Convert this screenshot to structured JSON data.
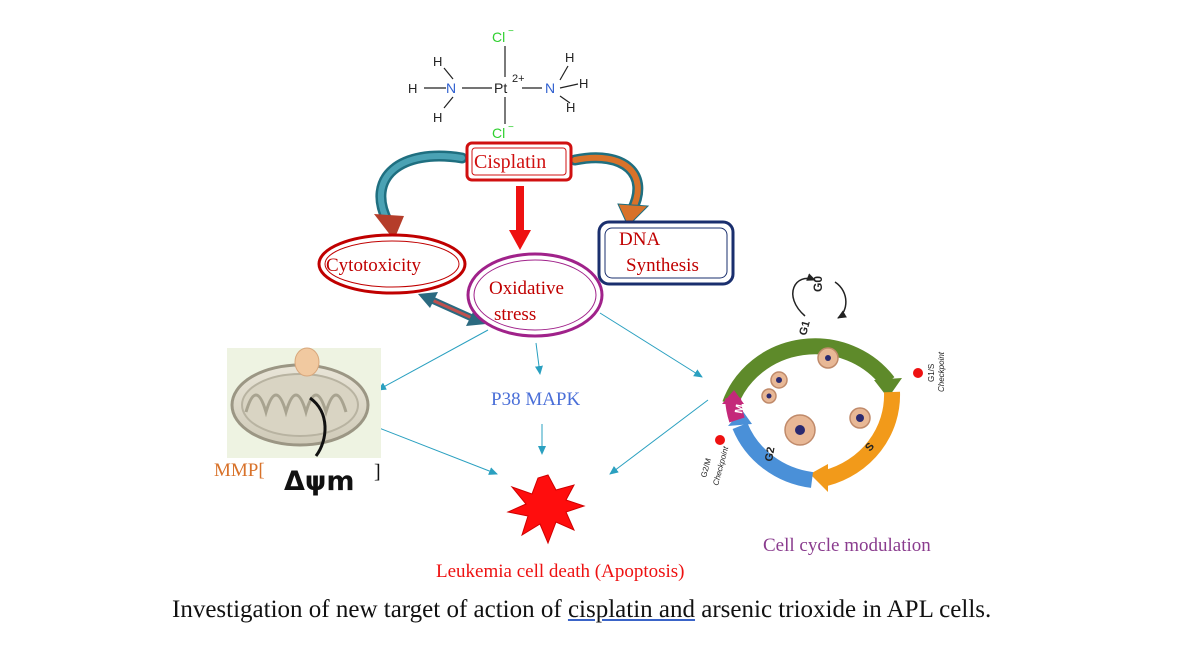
{
  "molecule": {
    "top_ligand": "Cl",
    "top_charge": "−",
    "bottom_ligand": "Cl",
    "bottom_charge": "−",
    "metal": "Pt",
    "metal_charge": "2+",
    "left_n": "N",
    "right_n": "N",
    "h": "H"
  },
  "nodes": {
    "cisplatin": "Cisplatin",
    "cytotoxicity": "Cytotoxicity",
    "dna_line1": "DNA",
    "dna_line2": "Synthesis",
    "oxidative_line1": "Oxidative",
    "oxidative_line2": "stress",
    "p38": "P38 MAPK",
    "mmp_prefix": "MMP[",
    "mmp_symbol": "Δψm",
    "mmp_suffix": "]",
    "death": "Leukemia cell death (Apoptosis)",
    "cell_cycle": "Cell cycle modulation"
  },
  "cell_cycle_phases": {
    "g0": "G0",
    "g1": "G1",
    "s": "S",
    "g2": "G2",
    "m": "M",
    "g1s_line1": "G1/S",
    "g1s_line2": "Checkpoint",
    "g2m_line1": "G2/M",
    "g2m_line2": "Checkpoint"
  },
  "caption": {
    "part1": "Investigation of new target of action of ",
    "part2": "cisplatin  and",
    "part3": " arsenic trioxide  in APL cells."
  },
  "colors": {
    "red": "#e00000",
    "dark_red": "#c00000",
    "purple": "#a0228a",
    "navy": "#1a2f6e",
    "teal": "#2b7a8c",
    "orange": "#d8722a",
    "blue_text": "#4a6fd8",
    "violet_text": "#8a3c8e",
    "cycle_green": "#5e8a2a",
    "cycle_orange": "#f29a1a",
    "cycle_blue": "#4a90d8",
    "cycle_magenta": "#c4287a"
  }
}
